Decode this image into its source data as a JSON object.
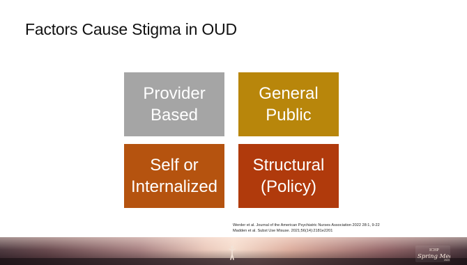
{
  "slide": {
    "title": "Factors Cause Stigma in OUD",
    "tiles": [
      {
        "label": "Provider\nBased",
        "color": "#a5a5a5"
      },
      {
        "label": "General\nPublic",
        "color": "#b8860b"
      },
      {
        "label": "Self or\nInternalized",
        "color": "#b5530f"
      },
      {
        "label": "Structural\n(Policy)",
        "color": "#b03a0c"
      }
    ],
    "citations": [
      "Werder et al. Journal of the American Psychiatric Nurses Association 2022 28:1, 9-22",
      "Madden et al. Subst Use Misuse. 2021;56(14):2181e2201"
    ]
  },
  "footer": {
    "figure_icon": "meditating-figure-icon",
    "logo": "ICHP Spring Meeting logo"
  }
}
